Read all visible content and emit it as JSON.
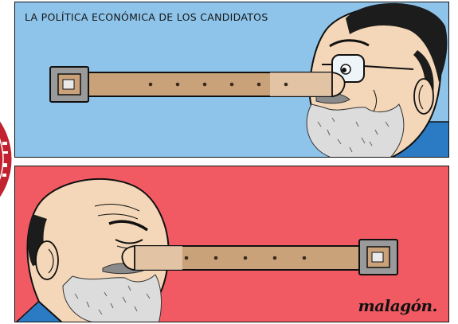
{
  "cartoon": {
    "caption": "LA POLÍTICA ECONÓMICA DE LOS CANDIDATOS",
    "signature": "malagón."
  },
  "panels": [
    {
      "name": "top",
      "background": "#8ec4ea",
      "character": "bearded-man-with-glasses",
      "facing": "left",
      "belt_holes": 6
    },
    {
      "name": "bottom",
      "background": "#f25a63",
      "character": "bald-bearded-man",
      "facing": "right",
      "belt_holes": 5
    }
  ],
  "colors": {
    "sky_blue": "#8ec4ea",
    "coral_red": "#f25a63",
    "belt_leather": "#c9a27a",
    "buckle_gray": "#9a9a9a",
    "seal_red": "#c2222f"
  },
  "icons": [
    "belt-icon",
    "buckle-icon",
    "seal-icon"
  ]
}
